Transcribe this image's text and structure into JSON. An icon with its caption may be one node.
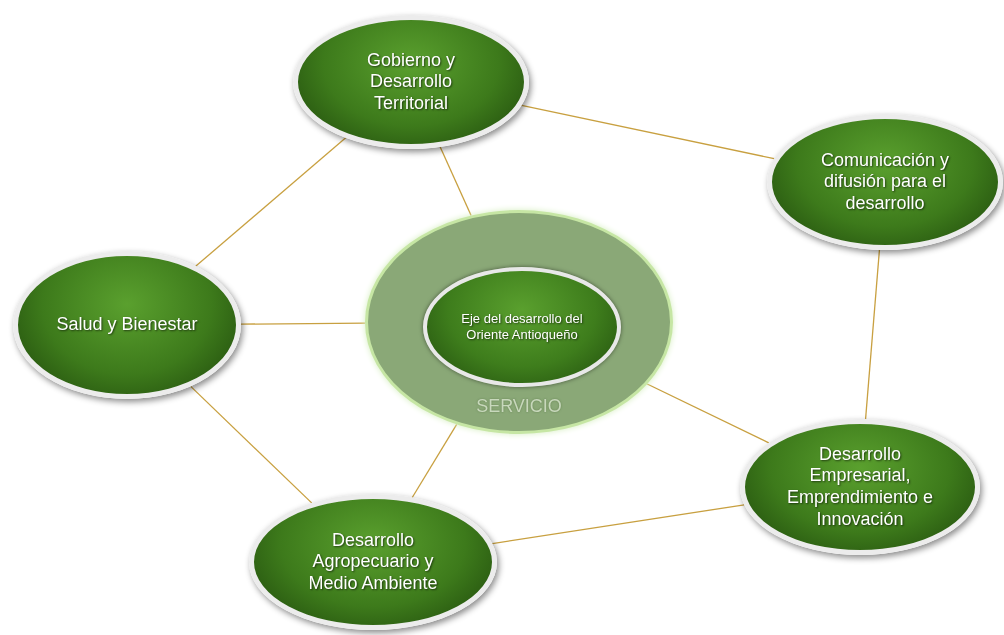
{
  "diagram": {
    "nodes": [
      {
        "text": [
          "Gobierno y Desarrollo Territorial"
        ]
      },
      {
        "text": [
          "Comunicación y difusión para el desarrollo"
        ]
      },
      {
        "text": [
          "Salud y Bienestar"
        ]
      },
      {
        "text": [
          "SERVICIO"
        ]
      },
      {
        "text": [
          "Eje del desarrollo del Oriente Antioqueño"
        ],
        "in": 3
      },
      {
        "text": [
          "Desarrollo Empresarial, Emprendimiento e Innovación"
        ]
      },
      {
        "text": [
          "Desarrollo Agropecuario y Medio Ambiente"
        ]
      }
    ],
    "edges": [
      {
        "from": 0,
        "to": 1,
        "arrow": "none"
      },
      {
        "from": 0,
        "to": 2,
        "arrow": "none"
      },
      {
        "from": 0,
        "to": 3,
        "arrow": "none"
      },
      {
        "from": 1,
        "to": 5,
        "arrow": "none"
      },
      {
        "from": 2,
        "to": 3,
        "arrow": "none"
      },
      {
        "from": 2,
        "to": 6,
        "arrow": "none"
      },
      {
        "from": 3,
        "to": 5,
        "arrow": "none"
      },
      {
        "from": 3,
        "to": 6,
        "arrow": "none"
      },
      {
        "from": 6,
        "to": 5,
        "arrow": "none"
      }
    ]
  }
}
